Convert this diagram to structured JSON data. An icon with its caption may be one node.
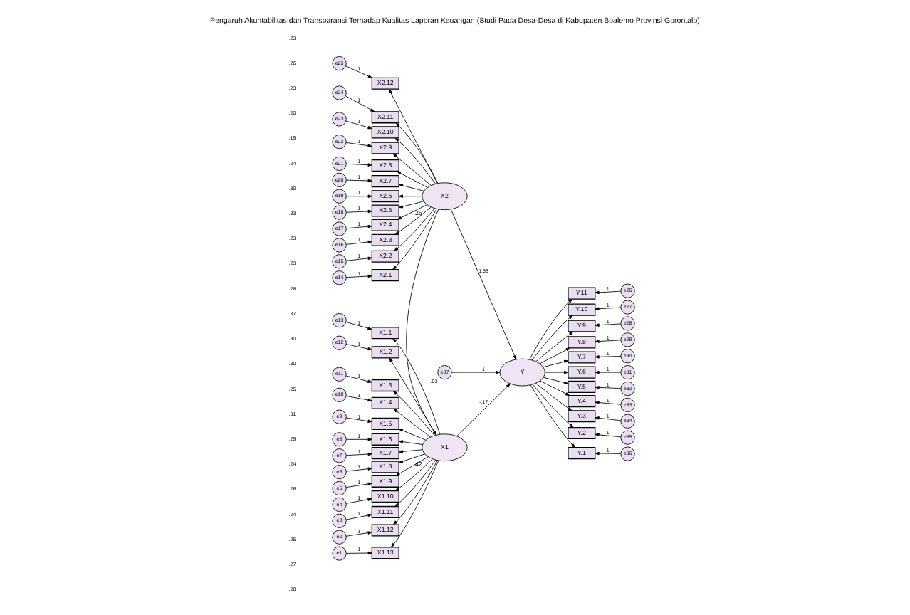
{
  "diagram": {
    "title": "Pengaruh Akuntabilitas dan Transparansi Terhadap Kualitas Laporan Keuangan (Studi Pada Desa-Desa di Kabupaten Boalemo Provinsi Gorontalo)",
    "nodes": [
      {
        "text": [
          "X1"
        ],
        "beside": [
          ".42"
        ]
      },
      {
        "text": [
          "X2"
        ],
        "beside": [
          ".25"
        ]
      },
      {
        "text": [
          "Y"
        ]
      },
      {
        "text": [
          "e37"
        ],
        "beside": [
          ".03"
        ]
      },
      {
        "text": [
          "e13"
        ]
      },
      {
        "text": [
          "X1.1"
        ]
      },
      {
        "text": [
          "e12"
        ]
      },
      {
        "text": [
          "X1.2"
        ]
      },
      {
        "text": [
          "e11"
        ]
      },
      {
        "text": [
          "X1.3"
        ]
      },
      {
        "text": [
          "e10"
        ]
      },
      {
        "text": [
          "X1.4"
        ]
      },
      {
        "text": [
          "e9"
        ]
      },
      {
        "text": [
          "X1.5"
        ]
      },
      {
        "text": [
          "e8"
        ]
      },
      {
        "text": [
          "X1.6"
        ]
      },
      {
        "text": [
          "e7"
        ]
      },
      {
        "text": [
          "X1.7"
        ]
      },
      {
        "text": [
          "e6"
        ]
      },
      {
        "text": [
          "X1.8"
        ]
      },
      {
        "text": [
          "e5"
        ]
      },
      {
        "text": [
          "X1.9"
        ]
      },
      {
        "text": [
          "e4"
        ]
      },
      {
        "text": [
          "X1.10"
        ]
      },
      {
        "text": [
          "e3"
        ]
      },
      {
        "text": [
          "X1.11"
        ]
      },
      {
        "text": [
          "e2"
        ]
      },
      {
        "text": [
          "X1.12"
        ]
      },
      {
        "text": [
          "e1"
        ]
      },
      {
        "text": [
          "X1.13"
        ]
      },
      {
        "text": [
          "e25"
        ]
      },
      {
        "text": [
          "X2.12"
        ]
      },
      {
        "text": [
          "e24"
        ]
      },
      {
        "text": [
          "X2.11"
        ]
      },
      {
        "text": [
          "e23"
        ]
      },
      {
        "text": [
          "X2.10"
        ]
      },
      {
        "text": [
          "e22"
        ]
      },
      {
        "text": [
          "X2.9"
        ]
      },
      {
        "text": [
          "e21"
        ]
      },
      {
        "text": [
          "X2.8"
        ]
      },
      {
        "text": [
          "e20"
        ]
      },
      {
        "text": [
          "X2.7"
        ]
      },
      {
        "text": [
          "e19"
        ]
      },
      {
        "text": [
          "X2.6"
        ]
      },
      {
        "text": [
          "e18"
        ]
      },
      {
        "text": [
          "X2.5"
        ]
      },
      {
        "text": [
          "e17"
        ]
      },
      {
        "text": [
          "X2.4"
        ]
      },
      {
        "text": [
          "e16"
        ]
      },
      {
        "text": [
          "X2.3"
        ]
      },
      {
        "text": [
          "e15"
        ]
      },
      {
        "text": [
          "X2.2"
        ]
      },
      {
        "text": [
          "e14"
        ]
      },
      {
        "text": [
          "X2.1"
        ]
      },
      {
        "text": [
          "Y.11"
        ]
      },
      {
        "text": [
          "e26"
        ]
      },
      {
        "text": [
          "Y.10"
        ]
      },
      {
        "text": [
          "e27"
        ]
      },
      {
        "text": [
          "Y.9"
        ]
      },
      {
        "text": [
          "e28"
        ]
      },
      {
        "text": [
          "Y.8"
        ]
      },
      {
        "text": [
          "e29"
        ]
      },
      {
        "text": [
          "Y.7"
        ]
      },
      {
        "text": [
          "e30"
        ]
      },
      {
        "text": [
          "Y.6"
        ]
      },
      {
        "text": [
          "e31"
        ]
      },
      {
        "text": [
          "Y.5"
        ]
      },
      {
        "text": [
          "e32"
        ]
      },
      {
        "text": [
          "Y.4"
        ]
      },
      {
        "text": [
          "e33"
        ]
      },
      {
        "text": [
          "Y.3"
        ]
      },
      {
        "text": [
          "e34"
        ]
      },
      {
        "text": [
          "Y.2"
        ]
      },
      {
        "text": [
          "e35"
        ]
      },
      {
        "text": [
          "Y.1"
        ]
      },
      {
        "text": [
          "e36"
        ]
      }
    ],
    "edges": [
      {
        "from": 0,
        "to": 2,
        "arrow": "to",
        "label": "-.17"
      },
      {
        "from": 1,
        "to": 2,
        "arrow": "to",
        "label": "1.58"
      },
      {
        "from": 1,
        "to": 0,
        "arrow": "to"
      },
      {
        "from": 3,
        "to": 2,
        "arrow": "to",
        "label": "1"
      },
      {
        "from": 4,
        "to": 5,
        "arrow": "to",
        "label": "1"
      },
      {
        "from": 0,
        "to": 5,
        "arrow": "to"
      },
      {
        "from": 6,
        "to": 7,
        "arrow": "to",
        "label": "1"
      },
      {
        "from": 0,
        "to": 7,
        "arrow": "to"
      },
      {
        "from": 8,
        "to": 9,
        "arrow": "to",
        "label": "1"
      },
      {
        "from": 0,
        "to": 9,
        "arrow": "to"
      },
      {
        "from": 10,
        "to": 11,
        "arrow": "to",
        "label": "1"
      },
      {
        "from": 0,
        "to": 11,
        "arrow": "to"
      },
      {
        "from": 12,
        "to": 13,
        "arrow": "to",
        "label": "1"
      },
      {
        "from": 0,
        "to": 13,
        "arrow": "to"
      },
      {
        "from": 14,
        "to": 15,
        "arrow": "to",
        "label": "1"
      },
      {
        "from": 0,
        "to": 15,
        "arrow": "to"
      },
      {
        "from": 16,
        "to": 17,
        "arrow": "to",
        "label": "1"
      },
      {
        "from": 0,
        "to": 17,
        "arrow": "to"
      },
      {
        "from": 18,
        "to": 19,
        "arrow": "to",
        "label": "1"
      },
      {
        "from": 0,
        "to": 19,
        "arrow": "to"
      },
      {
        "from": 20,
        "to": 21,
        "arrow": "to",
        "label": "1"
      },
      {
        "from": 0,
        "to": 21,
        "arrow": "to"
      },
      {
        "from": 22,
        "to": 23,
        "arrow": "to",
        "label": "1"
      },
      {
        "from": 0,
        "to": 23,
        "arrow": "to"
      },
      {
        "from": 24,
        "to": 25,
        "arrow": "to",
        "label": "1"
      },
      {
        "from": 0,
        "to": 25,
        "arrow": "to"
      },
      {
        "from": 26,
        "to": 27,
        "arrow": "to",
        "label": "1"
      },
      {
        "from": 0,
        "to": 27,
        "arrow": "to"
      },
      {
        "from": 28,
        "to": 29,
        "arrow": "to",
        "label": "1"
      },
      {
        "from": 0,
        "to": 29,
        "arrow": "to"
      },
      {
        "from": 30,
        "to": 31,
        "arrow": "to",
        "label": "1"
      },
      {
        "from": 1,
        "to": 31,
        "arrow": "to"
      },
      {
        "from": 32,
        "to": 33,
        "arrow": "to",
        "label": "1"
      },
      {
        "from": 1,
        "to": 33,
        "arrow": "to"
      },
      {
        "from": 34,
        "to": 35,
        "arrow": "to",
        "label": "1"
      },
      {
        "from": 1,
        "to": 35,
        "arrow": "to"
      },
      {
        "from": 36,
        "to": 37,
        "arrow": "to",
        "label": "1"
      },
      {
        "from": 1,
        "to": 37,
        "arrow": "to"
      },
      {
        "from": 38,
        "to": 39,
        "arrow": "to",
        "label": "1"
      },
      {
        "from": 1,
        "to": 39,
        "arrow": "to"
      },
      {
        "from": 40,
        "to": 41,
        "arrow": "to",
        "label": "1"
      },
      {
        "from": 1,
        "to": 41,
        "arrow": "to"
      },
      {
        "from": 42,
        "to": 43,
        "arrow": "to",
        "label": "1"
      },
      {
        "from": 1,
        "to": 43,
        "arrow": "to"
      },
      {
        "from": 44,
        "to": 45,
        "arrow": "to",
        "label": "1"
      },
      {
        "from": 1,
        "to": 45,
        "arrow": "to"
      },
      {
        "from": 46,
        "to": 47,
        "arrow": "to",
        "label": "1"
      },
      {
        "from": 1,
        "to": 47,
        "arrow": "to"
      },
      {
        "from": 48,
        "to": 49,
        "arrow": "to",
        "label": "1"
      },
      {
        "from": 1,
        "to": 49,
        "arrow": "to"
      },
      {
        "from": 50,
        "to": 51,
        "arrow": "to",
        "label": "1"
      },
      {
        "from": 1,
        "to": 51,
        "arrow": "to"
      },
      {
        "from": 52,
        "to": 53,
        "arrow": "to",
        "label": "1"
      },
      {
        "from": 1,
        "to": 53,
        "arrow": "to"
      },
      {
        "from": 2,
        "to": 54,
        "arrow": "to"
      },
      {
        "from": 55,
        "to": 54,
        "arrow": "to",
        "label": "1"
      },
      {
        "from": 2,
        "to": 56,
        "arrow": "to"
      },
      {
        "from": 57,
        "to": 56,
        "arrow": "to",
        "label": "1"
      },
      {
        "from": 2,
        "to": 58,
        "arrow": "to"
      },
      {
        "from": 59,
        "to": 58,
        "arrow": "to",
        "label": "1"
      },
      {
        "from": 2,
        "to": 60,
        "arrow": "to"
      },
      {
        "from": 61,
        "to": 60,
        "arrow": "to",
        "label": "1"
      },
      {
        "from": 2,
        "to": 62,
        "arrow": "to"
      },
      {
        "from": 63,
        "to": 62,
        "arrow": "to",
        "label": "1"
      },
      {
        "from": 2,
        "to": 64,
        "arrow": "to"
      },
      {
        "from": 65,
        "to": 64,
        "arrow": "to",
        "label": "1"
      },
      {
        "from": 2,
        "to": 66,
        "arrow": "to"
      },
      {
        "from": 67,
        "to": 66,
        "arrow": "to",
        "label": "1"
      },
      {
        "from": 2,
        "to": 68,
        "arrow": "to"
      },
      {
        "from": 69,
        "to": 68,
        "arrow": "to",
        "label": "1"
      },
      {
        "from": 2,
        "to": 70,
        "arrow": "to"
      },
      {
        "from": 71,
        "to": 70,
        "arrow": "to",
        "label": "1"
      },
      {
        "from": 2,
        "to": 72,
        "arrow": "to"
      },
      {
        "from": 73,
        "to": 72,
        "arrow": "to",
        "label": "1"
      },
      {
        "from": 2,
        "to": 74,
        "arrow": "to"
      },
      {
        "from": 75,
        "to": 74,
        "arrow": "to",
        "label": "1"
      }
    ],
    "labels": [
      ".37",
      ".30",
      ".30",
      ".25",
      ".31",
      ".29",
      ".24",
      ".26",
      ".24",
      ".25",
      ".27",
      ".28",
      ".23",
      ".26",
      ".23",
      ".20",
      ".19",
      ".24",
      ".30",
      ".33",
      ".23",
      ".23",
      ".28"
    ]
  }
}
